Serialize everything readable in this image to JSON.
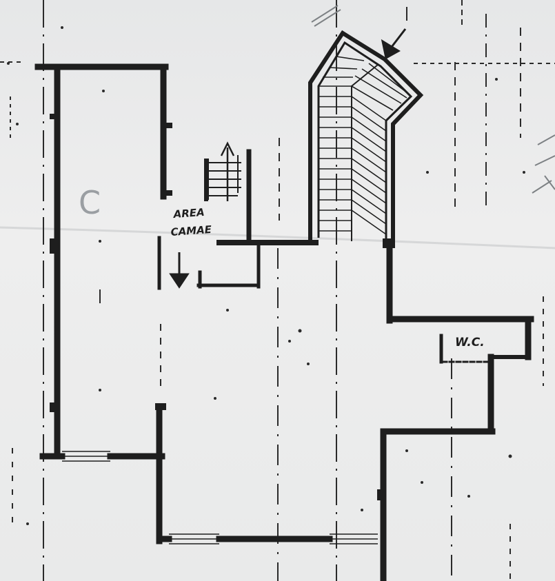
{
  "drawing": {
    "room_label_c": "C",
    "area_label_line1": "AREA",
    "area_label_line2": "CAMAE",
    "wc_label": "W.C."
  },
  "colors": {
    "paper": "#e9eaea",
    "ink": "#1e1e1e",
    "pencil": "#9a9ea2"
  }
}
